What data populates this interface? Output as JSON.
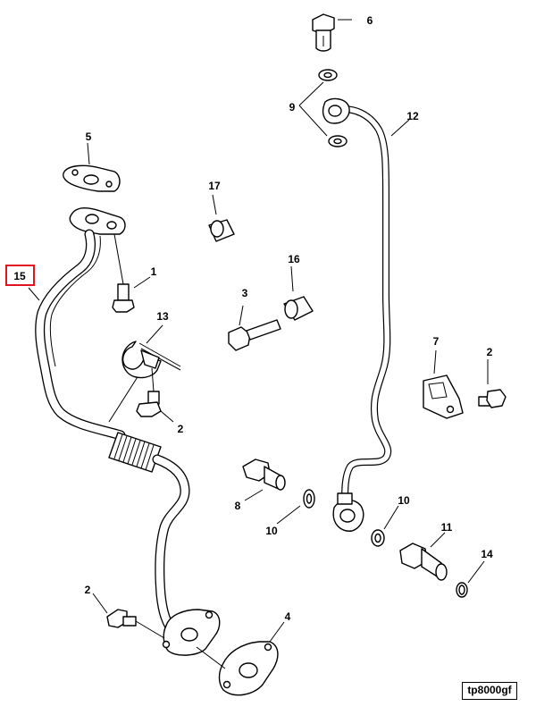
{
  "diagram": {
    "reference_code": "tp8000gf",
    "highlight_color": "#e0141e",
    "callouts": [
      {
        "id": "c15",
        "label": "15",
        "highlighted": true
      },
      {
        "id": "c5",
        "label": "5"
      },
      {
        "id": "c1",
        "label": "1"
      },
      {
        "id": "c13",
        "label": "13"
      },
      {
        "id": "c2a",
        "label": "2"
      },
      {
        "id": "c2b",
        "label": "2"
      },
      {
        "id": "c4",
        "label": "4"
      },
      {
        "id": "c17",
        "label": "17"
      },
      {
        "id": "c16",
        "label": "16"
      },
      {
        "id": "c3",
        "label": "3"
      },
      {
        "id": "c6",
        "label": "6"
      },
      {
        "id": "c9",
        "label": "9"
      },
      {
        "id": "c12",
        "label": "12"
      },
      {
        "id": "c7",
        "label": "7"
      },
      {
        "id": "c2c",
        "label": "2"
      },
      {
        "id": "c8",
        "label": "8"
      },
      {
        "id": "c10a",
        "label": "10"
      },
      {
        "id": "c10b",
        "label": "10"
      },
      {
        "id": "c11",
        "label": "11"
      },
      {
        "id": "c14",
        "label": "14"
      }
    ]
  }
}
